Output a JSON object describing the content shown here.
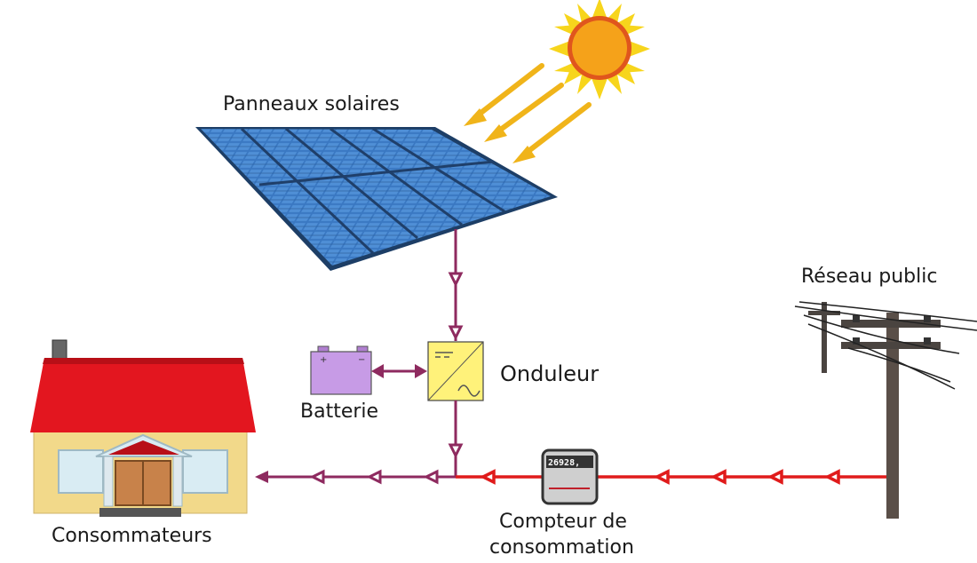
{
  "labels": {
    "solar_panels": "Panneaux solaires",
    "public_grid": "Réseau public",
    "inverter": "Onduleur",
    "battery": "Batterie",
    "consumers": "Consommateurs",
    "meter_line1": "Compteur de",
    "meter_line2": "consommation"
  },
  "meter_reading": "26928,",
  "icons": {
    "sun": "sun-icon",
    "solar_panels": "solar-panel-icon",
    "battery": "battery-icon",
    "inverter": "inverter-icon",
    "house": "house-icon",
    "meter": "meter-icon",
    "pylon": "utility-pole-icon"
  },
  "colors": {
    "dc_line": "#8e2a5f",
    "grid_line": "#e01b1b",
    "sun_core": "#f5a21a",
    "sun_rays": "#f7d51c",
    "arrows": "#f0b41a",
    "panel": "#2f6db3",
    "battery": "#c79be6",
    "inverter": "#fff27a",
    "roof": "#e3161f",
    "wall": "#f2d98a"
  }
}
